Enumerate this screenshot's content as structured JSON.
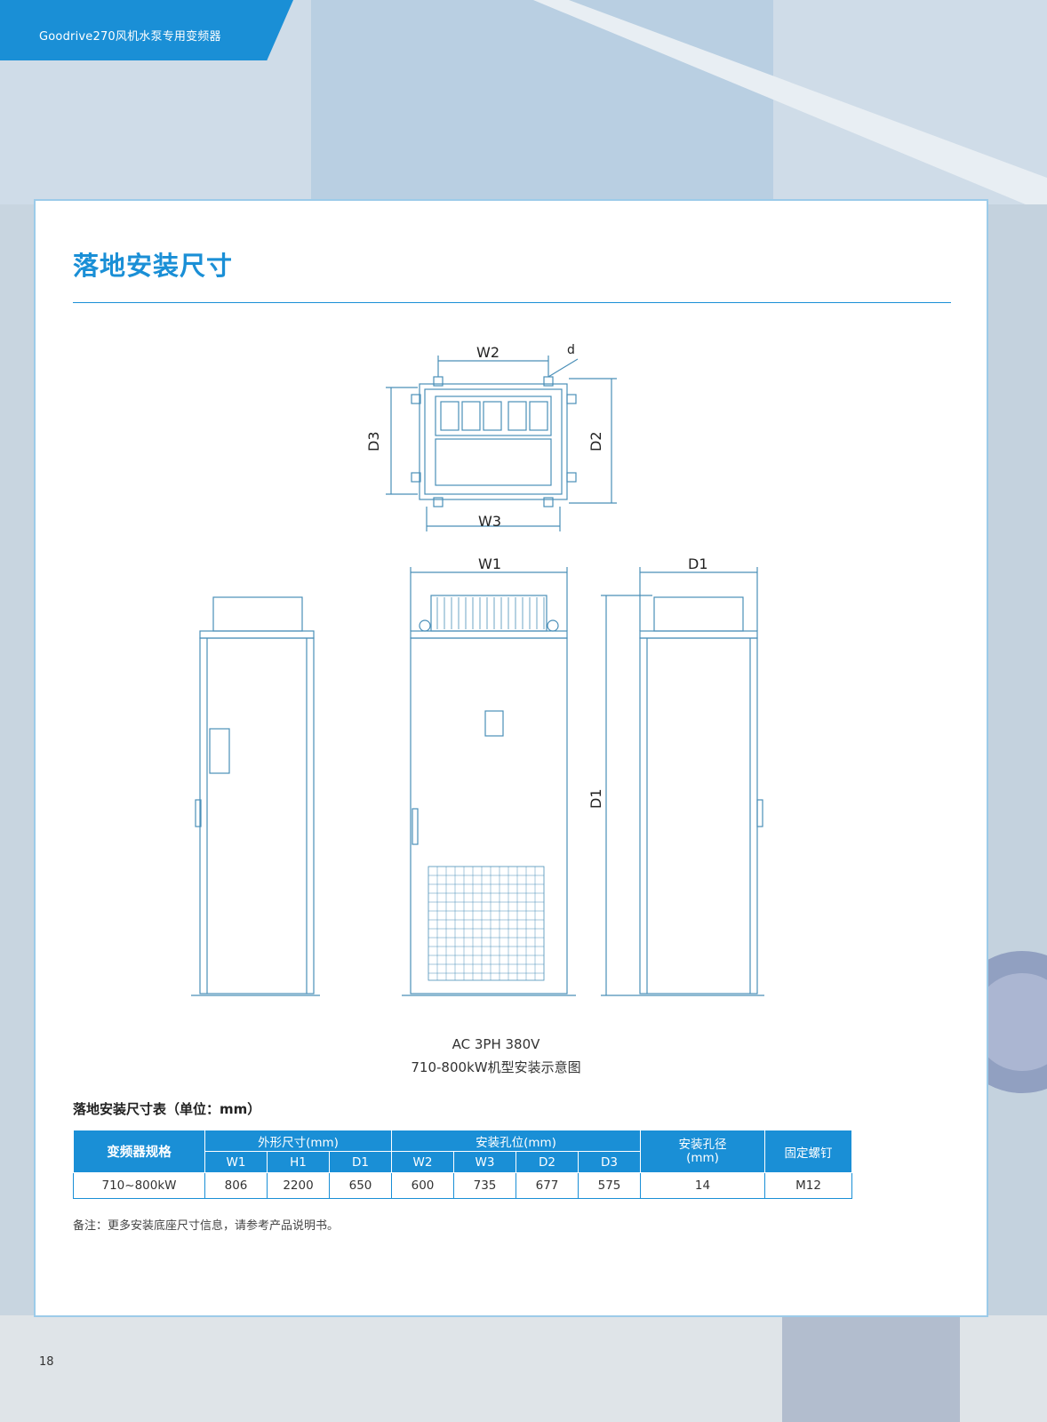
{
  "header": {
    "product": "Goodrive270风机水泵专用变频器"
  },
  "section": {
    "title": "落地安装尺寸"
  },
  "drawing": {
    "labels": {
      "w2": "W2",
      "d": "d",
      "d3": "D3",
      "d2": "D2",
      "w3": "W3",
      "w1": "W1",
      "d1_top": "D1",
      "d1_side": "D1"
    },
    "caption_line1": "AC 3PH 380V",
    "caption_line2": "710-800kW机型安装示意图"
  },
  "table": {
    "title": "落地安装尺寸表（单位：mm）",
    "headers": {
      "model": "变频器规格",
      "outer": "外形尺寸(mm)",
      "holes": "安装孔位(mm)",
      "hole_dia_1": "安装孔径",
      "hole_dia_2": "(mm)",
      "screw": "固定螺钉",
      "sub": [
        "W1",
        "H1",
        "D1",
        "W2",
        "W3",
        "D2",
        "D3"
      ]
    },
    "rows": [
      [
        "710~800kW",
        "806",
        "2200",
        "650",
        "600",
        "735",
        "677",
        "575",
        "14",
        "M12"
      ]
    ]
  },
  "note": "备注：更多安装底座尺寸信息，请参考产品说明书。",
  "page_number": "18",
  "colors": {
    "accent": "#1a8fd6",
    "line": "#4a8fb8"
  }
}
